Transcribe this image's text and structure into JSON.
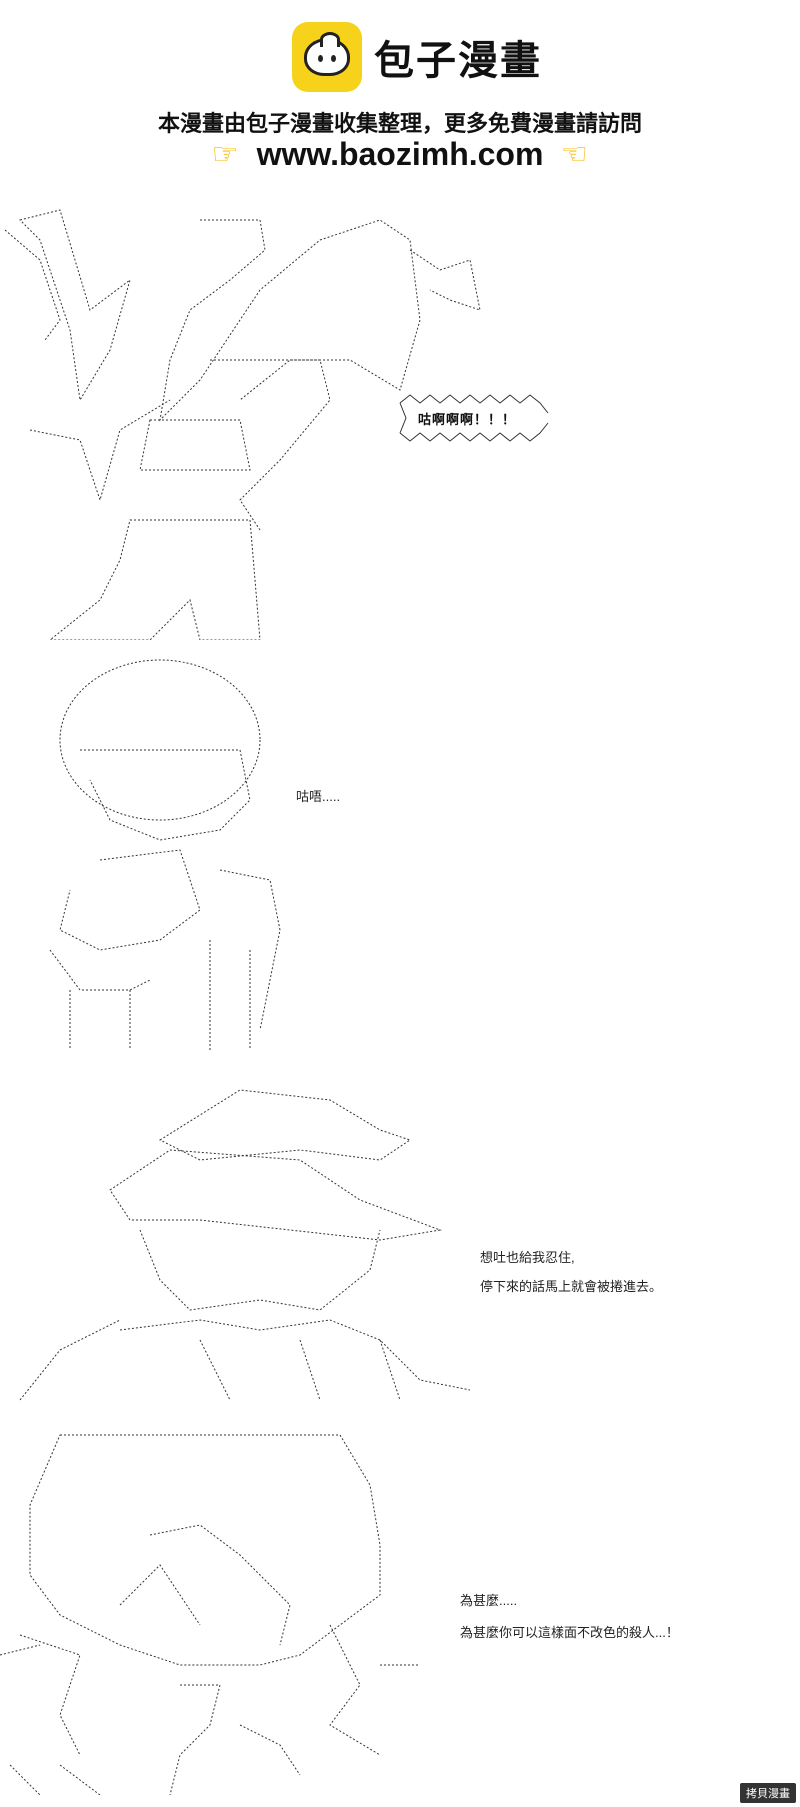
{
  "header": {
    "logo_icon": "bun-logo-icon",
    "logo_text": "包子漫畫",
    "tagline": "本漫畫由包子漫畫收集整理，更多免費漫畫請訪問",
    "url": "www.baozimh.com",
    "left_hand_icon": "pointing-hand-right-icon",
    "right_hand_icon": "pointing-hand-left-icon",
    "accent_color": "#f7d21a"
  },
  "panels": [
    {
      "shout": "咕啊啊啊！！！",
      "art": "ascii-art-monster-grab"
    },
    {
      "dialog": "咕唔.....",
      "art": "ascii-art-standing-figure"
    },
    {
      "dialog": [
        "想吐也給我忍住,",
        "停下來的話馬上就會被捲進去。"
      ],
      "art": "ascii-art-hat-girl"
    },
    {
      "dialog": [
        "為甚麼.....",
        "為甚麼你可以這樣面不改色的殺人...！"
      ],
      "art": "ascii-art-hooded-figure"
    }
  ],
  "credit": "拷貝漫畫"
}
